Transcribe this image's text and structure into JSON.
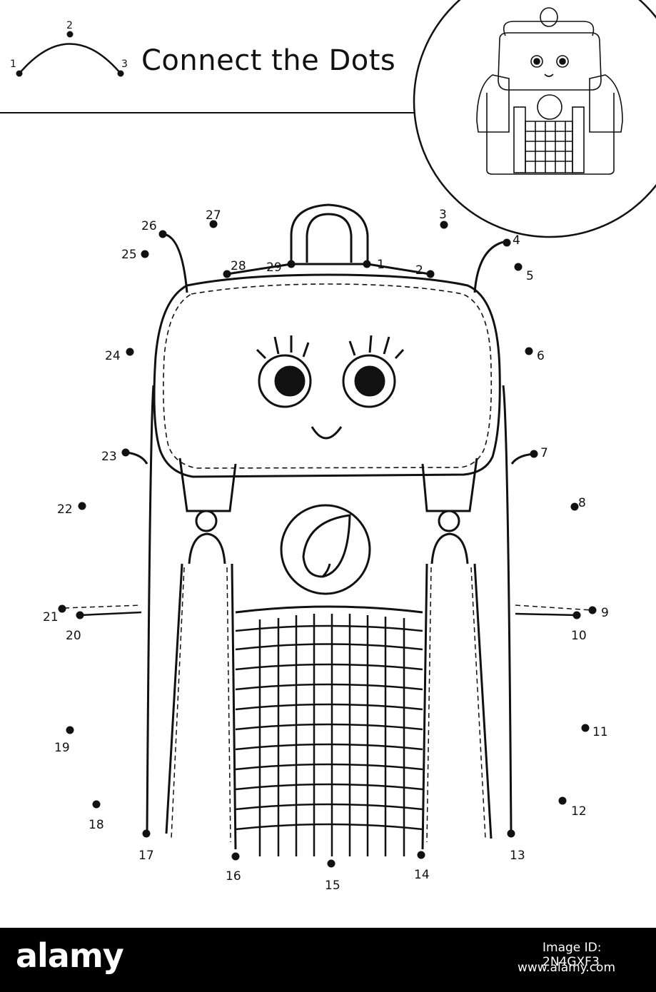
{
  "worksheet": {
    "title": "Connect the Dots",
    "example_labels": [
      "1",
      "2",
      "3"
    ],
    "dot_labels": [
      "1",
      "2",
      "3",
      "4",
      "5",
      "6",
      "7",
      "8",
      "9",
      "10",
      "11",
      "12",
      "13",
      "14",
      "15",
      "16",
      "17",
      "18",
      "19",
      "20",
      "21",
      "22",
      "23",
      "24",
      "25",
      "26",
      "27",
      "28",
      "29"
    ]
  },
  "footer": {
    "brand": "alamy",
    "image_id": "Image ID: 2N4GXF3",
    "site": "www.alamy.com"
  },
  "colors": {
    "ink": "#111111",
    "background": "#ffffff",
    "footer": "#000000"
  }
}
